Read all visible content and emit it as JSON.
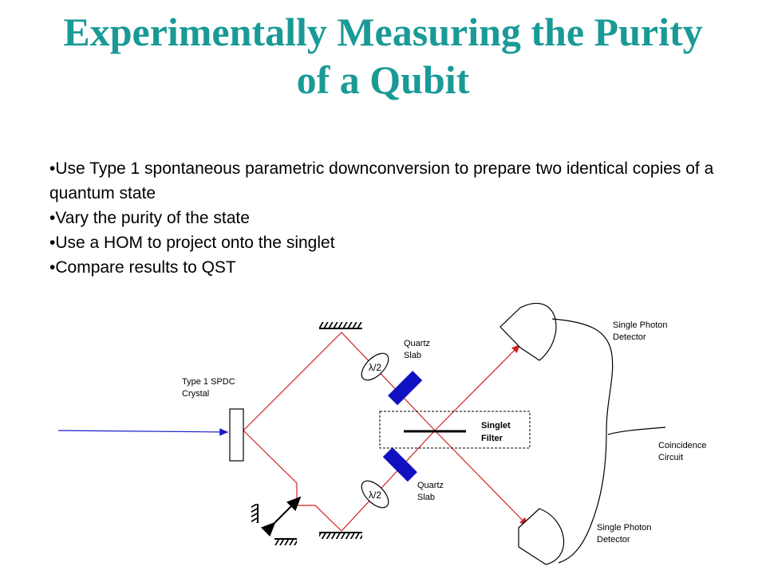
{
  "title": {
    "line1": "Experimentally Measuring the Purity",
    "line2": "of a Qubit"
  },
  "bullets": [
    "•Use Type 1 spontaneous parametric downconversion to prepare two identical copies of a quantum state",
    "•Vary the purity of the state",
    "•Use a HOM to project onto the singlet",
    "•Compare results to QST"
  ],
  "diagram": {
    "crystal_label": [
      "Type 1 SPDC",
      "Crystal"
    ],
    "quartz_top_label": [
      "Quartz",
      "Slab"
    ],
    "quartz_bottom_label": [
      "Quartz",
      "Slab"
    ],
    "waveplate_label": "λ/2",
    "filter_label": [
      "Singlet",
      "Filter"
    ],
    "detector_top_label": [
      "Single Photon",
      "Detector"
    ],
    "detector_bottom_label": [
      "Single Photon",
      "Detector"
    ],
    "coincidence_label": [
      "Coincidence",
      "Circuit"
    ]
  },
  "colors": {
    "title": "#1a9a96",
    "beam": "#d42020",
    "pump": "#1a1acc",
    "slab": "#1010c0"
  }
}
